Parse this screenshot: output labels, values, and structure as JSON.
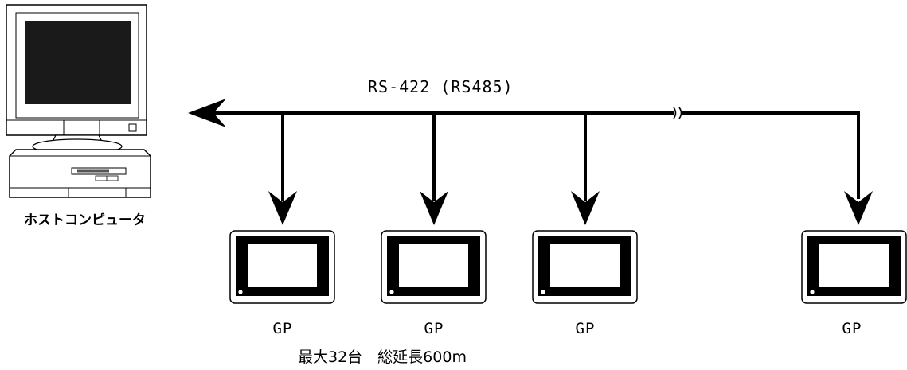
{
  "diagram": {
    "bus_label": "RS-422 (RS485)",
    "host_label": "ホストコンピュータ",
    "terminal_label": "GP",
    "terminals": [
      {
        "label": "GP"
      },
      {
        "label": "GP"
      },
      {
        "label": "GP"
      },
      {
        "label": "GP"
      }
    ],
    "note": "最大32台　総延長600m"
  },
  "colors": {
    "line": "#000000",
    "background": "#ffffff",
    "monitor_screen": "#1a1a1a"
  },
  "icons": [
    "computer-icon",
    "gp-terminal-icon",
    "arrow-icon",
    "line-break-icon"
  ]
}
